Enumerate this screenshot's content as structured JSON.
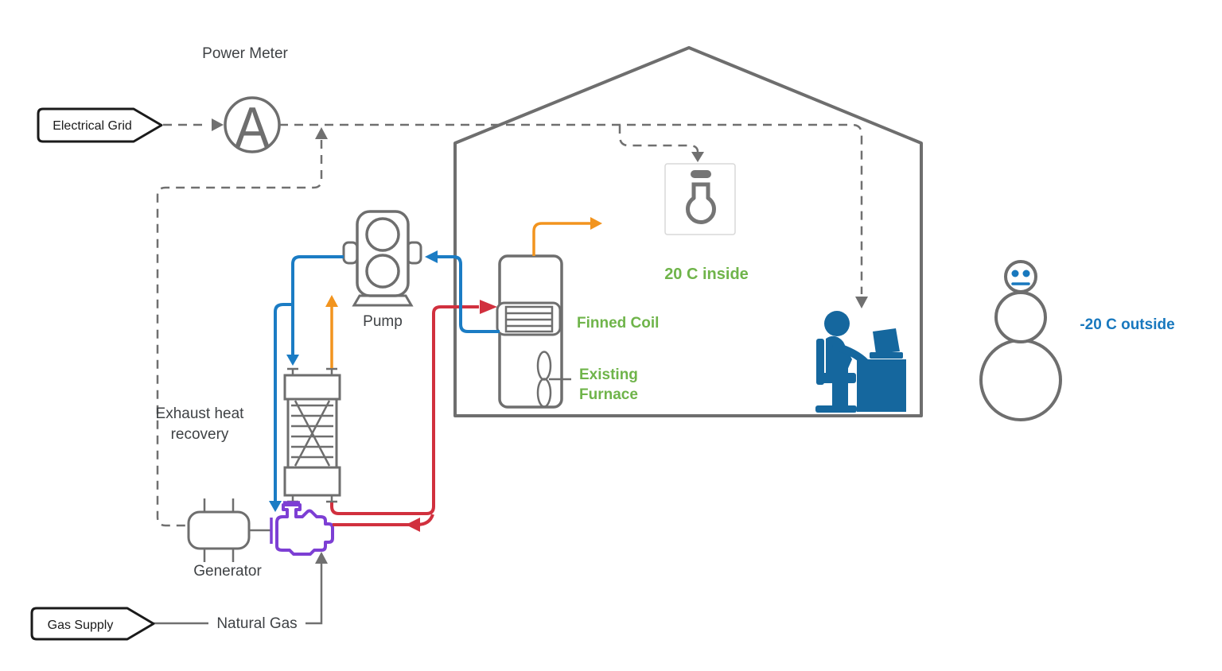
{
  "diagram": {
    "labels": {
      "power_meter": "Power Meter",
      "electrical_grid": "Electrical Grid",
      "meter_symbol": "A",
      "pump": "Pump",
      "exhaust_recovery_line1": "Exhaust heat",
      "exhaust_recovery_line2": "recovery",
      "generator": "Generator",
      "gas_supply": "Gas Supply",
      "natural_gas": "Natural Gas",
      "finned_coil": "Finned Coil",
      "existing_furnace_line1": "Existing",
      "existing_furnace_line2": "Furnace",
      "inside_temp": "20 C inside",
      "outside_temp": "-20 C outside"
    },
    "colors": {
      "outline_gray": "#6e6e6e",
      "wire_gray": "#707070",
      "text_dark": "#3f4245",
      "green": "#6fb44a",
      "pipe_blue": "#1b7cc4",
      "pipe_red": "#d1303e",
      "pipe_orange": "#f2941e",
      "engine_purple": "#7d3fd4",
      "person_blue": "#15679e",
      "label_blue": "#1878be",
      "bulb_gray": "#757575",
      "box_black": "#1a1a1a"
    }
  }
}
